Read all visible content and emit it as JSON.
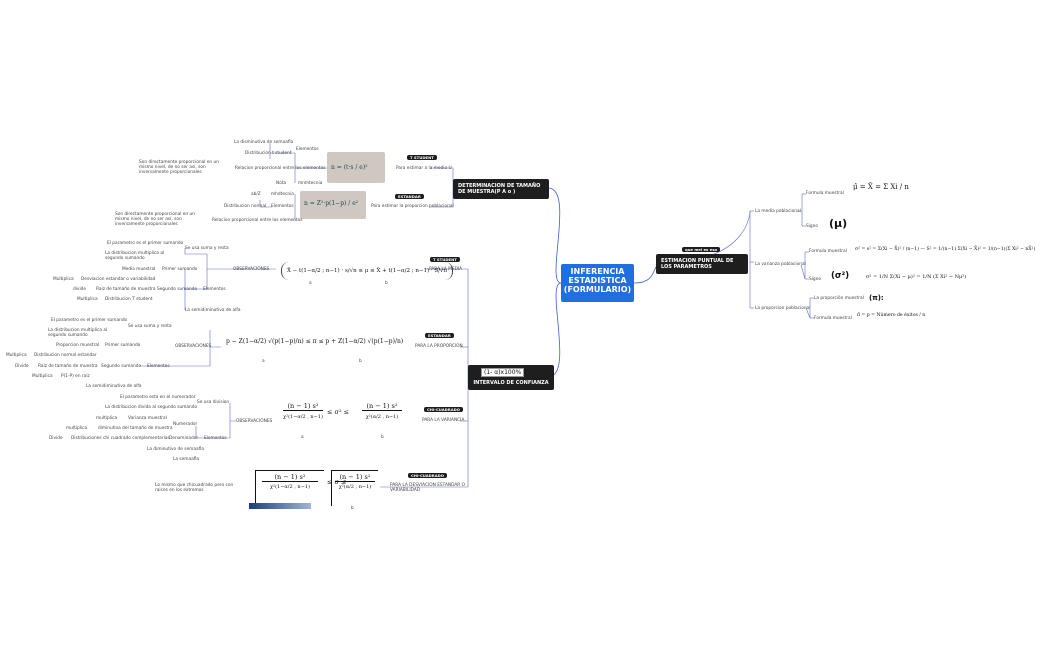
{
  "root": {
    "line1": "INFERENCIA",
    "line2": "ESTADISTICA",
    "line3": "(FORMULARIO)"
  },
  "right": {
    "main_node": "ESTIMACION PUNTUAL DE LOS PARAMETROS",
    "main_badge": "que mel es eso",
    "media": {
      "label": "La media poblacional",
      "formula_label": "Formula muestral",
      "formula": "μ̂ = X̄ = Σ Xi / n",
      "signo_label": "Signo",
      "signo": "(μ)"
    },
    "varianza": {
      "label": "La varianza poblacional",
      "formula_label": "Formula muestral",
      "formula": "σ² = s² = Σ(Xi − X̄)² / (n−1)  —  S² = 1/(n−1) Σ(Xi − X̄)² = 1/(n−1)(Σ Xi² − nX̄²)",
      "signo_label": "Signo",
      "signo": "(σ²)",
      "signo_formula": "σ² = 1/N Σ(Xi − μ)² = 1/N (Σ Xi² − Nμ²)"
    },
    "proporcion": {
      "label": "La proporcion poblacional",
      "signo_label": "La proporción muestral",
      "signo": "(π):",
      "formula_label": "Formula muestral",
      "formula": "π̂ = p = Número de éxitos / n"
    }
  },
  "upper": {
    "main_node": "DETERMINACION DE TAMAÑO DE MUESTRA(P A o )",
    "tstudent_badge": "T STUDENT",
    "tstudent_label": "Para estimar a la media U",
    "elementos": "Elementos",
    "disminutivo": "La disminutiva de semaafla",
    "distribucion_t": "Distribucion t student",
    "relacion1": "Relacion proporcional entre los elementos",
    "relacion_text": "Son directamente proporcional en un mismo nivel, de no ser así, son inversamente proporcionales",
    "nota": "Nota",
    "nota_val": "mnmtecnia",
    "img1_formula": "n = (t·s / e)²",
    "estandar_badge": "ESTANDAR",
    "estandar_label": "Para estimar la proporcion poblacional",
    "elementos2": "Elementos",
    "ab2": "ab/Z",
    "ab2_val": "mhdtecnia",
    "distribucion_normal": "Distribucion normal",
    "relacion2": "Relacion proporcional entre los elementos",
    "relacion_text2": "Son directamente proporcional en un mismo nivel, de no ser así, son inversamente proporcionales",
    "img2_formula": "n = Z²·p(1−p) / e²"
  },
  "lower": {
    "main_node": "INTERVALO DE CONFIANZA",
    "interval_box": "(1- α)x100%",
    "media": {
      "badge": "T STUDENT",
      "label": "PARA LA MEDIA",
      "observaciones": "OBSERVACIONES",
      "se_usa": "Se usa suma y resta",
      "primer_param": "El parametro es el primer sumando",
      "distribucion_mult": "La distribucion multiplica al segundo sumando",
      "elementos": "Elementos",
      "primer_sumando": "Primer sumando",
      "media_muestral": "Media muestral",
      "segundo_sumando": "Segundo sumando",
      "desviacion": "Desviacion estandar o variabilidad",
      "multiplica": "Multiplica",
      "raiz_tamano": "Raíz de tamaño de muestra",
      "divide": "divide",
      "distribucion_t": "Distribucion T student",
      "multiplica2": "Multiplica",
      "semidiminutiva": "La semidiminutiva de alfa",
      "formula": "X̄ − t(1−α/2 ; n−1) · s/√n ≤ μ ≤ X̄ + t(1−α/2 ; n−1) · S/√n",
      "a": "a",
      "b": "b"
    },
    "proporcion": {
      "badge": "ESTANDAR",
      "label": "PARA LA PROPORCION",
      "observaciones": "OBSERVACIONES",
      "se_usa": "Se usa suma y resta",
      "primer_param": "El parametro es el primer sumando",
      "distribucion_mult": "La distribucion multiplica al segundo sumando",
      "elementos": "Elementos",
      "primer_sumando": "Primer sumando",
      "prop_muestral": "Proporcion muestral",
      "segundo_sumando": "Segundo sumando",
      "multiplica": "Multiplica",
      "dist_normal": "Distribucion normal estandar",
      "divide": "Divide",
      "raiz_tamano": "Raíz de tamaño de muestra",
      "multiplica2": "Multiplica",
      "p1p": "P(1-P) en raiz",
      "semidiminutiva": "La semidiminutiva de alfa",
      "formula": "p − Z(1−α/2) √(p(1−p)/n) ≤ π ≤ p + Z(1−α/2) √(p(1−p)/n)",
      "a": "a",
      "b": "b"
    },
    "varianza": {
      "badge": "CHI-CUADRADO",
      "label": "PARA LA VARIANCIA",
      "observaciones": "OBSERVACIONES",
      "se_usa": "Se usa division",
      "param_num": "El parametro esta en el numerador",
      "dist_divide": "La distribucion divida al segundo sumando",
      "elementos": "Elementos",
      "numerador": "Numerador",
      "multiplica": "multiplica",
      "varianza_muestral": "Varianza muestral",
      "multiplica2": "multiplica",
      "diminutiva": "diminutiva del tamaño de muestra",
      "denominador": "Denominador",
      "divide": "Divide",
      "chi_dist": "Distribuciones chi cuadrado complementarias",
      "diminutivo_sem": "La diminutivo de semaafla",
      "semafla": "La semaafla",
      "formula_num": "(n − 1) s²",
      "formula_den1": "χ²(1−α/2 , n−1)",
      "formula_den2": "χ²(α/2 , n−1)",
      "middle": "≤ σ² ≤",
      "a": "a",
      "b": "b"
    },
    "desviacion": {
      "badge": "CHI-CUADRADO",
      "label": "PARA LA DESVIACION ESTANDAR O VARIABILIDAD",
      "note": "Lo mismo que chicuadrado pero con raices en los extremos",
      "formula_num": "(n − 1) s²",
      "formula_den1": "χ²(1−α/2 , n−1)",
      "formula_den2": "χ²(α/2 , n−1)",
      "middle": "≤ σ ≤",
      "b": "b"
    }
  },
  "colors": {
    "root": "#1f6fe0",
    "dark_node": "#1e1e1e",
    "link_main": "#3b5fd6",
    "link_sub": "#5b6fc9"
  }
}
